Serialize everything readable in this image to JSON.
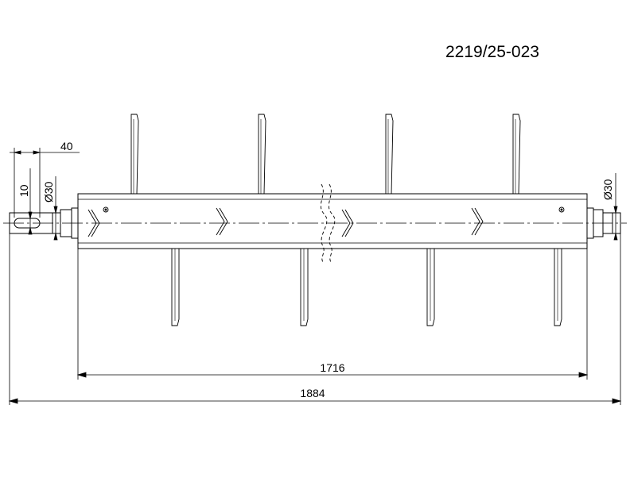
{
  "drawing": {
    "part_number": "2219/25-023",
    "dimensions": {
      "key_length": "40",
      "key_width": "10",
      "left_shaft_diameter": "Ø30",
      "right_shaft_diameter": "Ø30",
      "tube_length": "1716",
      "overall_length": "1884"
    },
    "colors": {
      "line": "#000000",
      "background": "#ffffff"
    }
  }
}
